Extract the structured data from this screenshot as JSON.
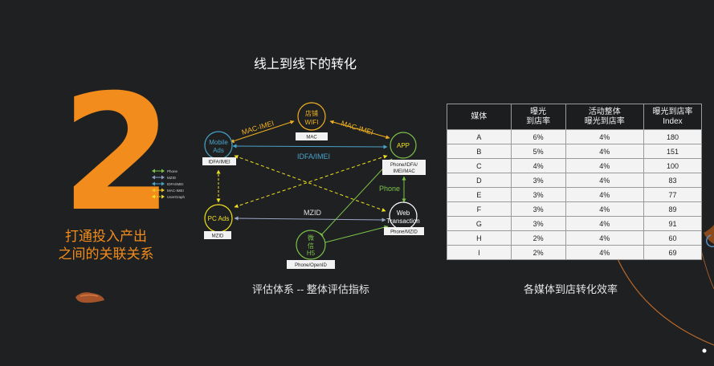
{
  "slide": {
    "big_number": "2",
    "subtitle_line1": "打通投入产出",
    "subtitle_line2": "之间的关联关系",
    "diagram_title": "线上到线下的转化",
    "caption_left": "评估体系 -- 整体评估指标",
    "caption_right": "各媒体到店转化效率"
  },
  "legend": [
    {
      "label": "Phone",
      "color": "#7cc24a",
      "icon": "double-arrow"
    },
    {
      "label": "MZID",
      "color": "#8a9ec7",
      "icon": "double-arrow"
    },
    {
      "label": "IDFA/IMEI",
      "color": "#4aa3c9",
      "icon": "double-arrow"
    },
    {
      "label": "MAC-IMEI",
      "color": "#f0c020",
      "icon": "double-arrow"
    },
    {
      "label": "UserGraph",
      "color": "#f0e020",
      "icon": "dashed-double-arrow"
    }
  ],
  "diagram": {
    "nodes": {
      "store_wifi": {
        "label1": "店铺",
        "label2": "WIFI",
        "badge": "MAC"
      },
      "mobile_ads": {
        "label1": "Mobile",
        "label2": "Ads",
        "badge": "IDFA/IMEI"
      },
      "app": {
        "label1": "APP",
        "badge1": "Phone/IDFA/",
        "badge2": "IMEI/MAC"
      },
      "pc_ads": {
        "label1": "PC Ads",
        "badge": "MZID"
      },
      "web": {
        "label1": "Web",
        "label2": "Transaction",
        "badge": "Phone/MZID"
      },
      "wechat": {
        "label1": "微",
        "label2": "信",
        "label3": "H5",
        "badge": "Phone/OpenID"
      }
    },
    "edges": {
      "mac_imei_left": "MAC-IMEI",
      "mac_imei_right": "MAC-IMEI",
      "idfa_imei": "IDFA/IMEI",
      "mzid": "MZID",
      "phone": "Phone"
    },
    "colors": {
      "orange": "#f0b020",
      "yellow": "#f0e020",
      "blue": "#4aa3c9",
      "green": "#7cc24a",
      "white": "#ffffff"
    }
  },
  "table": {
    "headers": [
      {
        "line1": "媒体",
        "line2": ""
      },
      {
        "line1": "曝光",
        "line2": "到店率"
      },
      {
        "line1": "活动整体",
        "line2": "曝光到店率"
      },
      {
        "line1": "曝光到店率",
        "line2": "Index"
      }
    ],
    "rows": [
      [
        "A",
        "6%",
        "4%",
        "180"
      ],
      [
        "B",
        "5%",
        "4%",
        "151"
      ],
      [
        "C",
        "4%",
        "4%",
        "100"
      ],
      [
        "D",
        "3%",
        "4%",
        "83"
      ],
      [
        "E",
        "3%",
        "4%",
        "77"
      ],
      [
        "F",
        "3%",
        "4%",
        "89"
      ],
      [
        "G",
        "3%",
        "4%",
        "91"
      ],
      [
        "H",
        "2%",
        "4%",
        "60"
      ],
      [
        "I",
        "2%",
        "4%",
        "69"
      ]
    ]
  }
}
